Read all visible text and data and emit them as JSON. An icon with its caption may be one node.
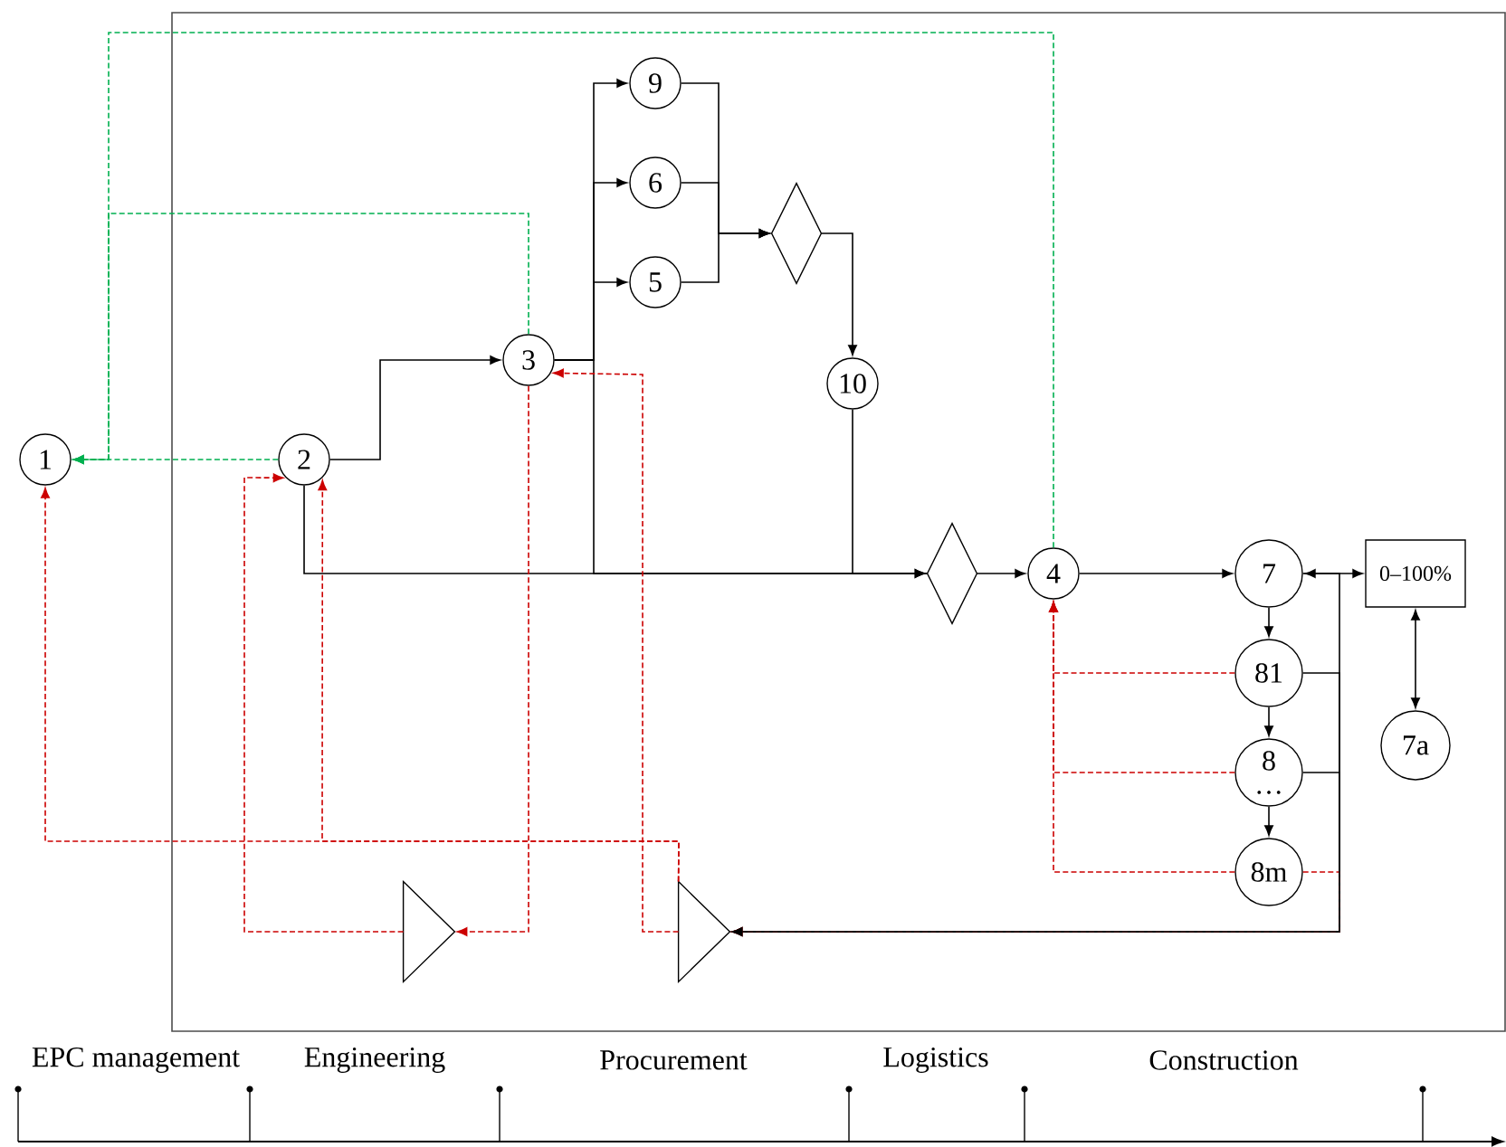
{
  "diagram": {
    "nodes": [
      {
        "text": [
          "1"
        ]
      },
      {
        "text": [
          "2"
        ]
      },
      {
        "text": [
          "3"
        ]
      },
      {
        "text": [
          "9"
        ]
      },
      {
        "text": [
          "6"
        ]
      },
      {
        "text": [
          "5"
        ]
      },
      {
        "text": [],
        "shape": "diamond"
      },
      {
        "text": [
          "10"
        ]
      },
      {
        "text": [],
        "shape": "diamond"
      },
      {
        "text": [
          "4"
        ]
      },
      {
        "text": [
          "7"
        ]
      },
      {
        "text": [
          "0–100%"
        ]
      },
      {
        "text": [
          "7a"
        ]
      },
      {
        "text": [
          "81"
        ]
      },
      {
        "text": [
          "8",
          "…"
        ]
      },
      {
        "text": [
          "8m"
        ]
      },
      {
        "text": [],
        "shape": "triangle"
      },
      {
        "text": [],
        "shape": "triangle"
      }
    ],
    "edges": [
      {
        "from": 1,
        "to": 2,
        "arrow": "to"
      },
      {
        "from": 2,
        "to": 3,
        "arrow": "to"
      },
      {
        "from": 2,
        "to": 4,
        "arrow": "to"
      },
      {
        "from": 2,
        "to": 5,
        "arrow": "to"
      },
      {
        "from": 3,
        "to": 6,
        "arrow": "to"
      },
      {
        "from": 4,
        "to": 6,
        "arrow": "to"
      },
      {
        "from": 5,
        "to": 6,
        "arrow": "to"
      },
      {
        "from": 6,
        "to": 7,
        "arrow": "to"
      },
      {
        "from": 7,
        "to": 8,
        "arrow": "none"
      },
      {
        "from": 2,
        "to": 8,
        "arrow": "to"
      },
      {
        "from": 1,
        "to": 8,
        "arrow": "to"
      },
      {
        "from": 8,
        "to": 9,
        "arrow": "to"
      },
      {
        "from": 9,
        "to": 10,
        "arrow": "to"
      },
      {
        "from": 10,
        "to": 11,
        "arrow": "both"
      },
      {
        "from": 11,
        "to": 12,
        "arrow": "both"
      },
      {
        "from": 10,
        "to": 13,
        "arrow": "to"
      },
      {
        "from": 13,
        "to": 14,
        "arrow": "to"
      },
      {
        "from": 14,
        "to": 15,
        "arrow": "to"
      },
      {
        "from": 13,
        "to": 17,
        "arrow": "to"
      },
      {
        "from": 14,
        "to": 17,
        "arrow": "to"
      },
      {
        "from": 15,
        "to": 17,
        "arrow": "to",
        "style": "dashed",
        "color": "#cc0000"
      },
      {
        "from": 10,
        "to": 17,
        "arrow": "to"
      },
      {
        "from": 13,
        "to": 9,
        "arrow": "to",
        "style": "dashed",
        "color": "#cc0000"
      },
      {
        "from": 14,
        "to": 9,
        "arrow": "to",
        "style": "dashed",
        "color": "#cc0000"
      },
      {
        "from": 15,
        "to": 9,
        "arrow": "to",
        "style": "dashed",
        "color": "#cc0000"
      },
      {
        "from": 2,
        "to": 16,
        "arrow": "to",
        "style": "dashed",
        "color": "#cc0000"
      },
      {
        "from": 16,
        "to": 1,
        "arrow": "to",
        "style": "dashed",
        "color": "#cc0000"
      },
      {
        "from": 17,
        "to": 2,
        "arrow": "to",
        "style": "dashed",
        "color": "#cc0000"
      },
      {
        "from": 17,
        "to": 0,
        "arrow": "to",
        "style": "dashed",
        "color": "#cc0000"
      },
      {
        "from": 17,
        "to": 1,
        "arrow": "to",
        "style": "dashed",
        "color": "#cc0000"
      },
      {
        "from": 1,
        "to": 0,
        "arrow": "to",
        "style": "dashed",
        "color": "#00b050"
      },
      {
        "from": 2,
        "to": 0,
        "arrow": "to",
        "style": "dashed",
        "color": "#00b050"
      },
      {
        "from": 9,
        "to": 0,
        "arrow": "to",
        "style": "dashed",
        "color": "#00b050"
      }
    ],
    "labels": [
      "EPC management",
      "Engineering",
      "Procurement",
      "Logistics",
      "Construction"
    ]
  }
}
